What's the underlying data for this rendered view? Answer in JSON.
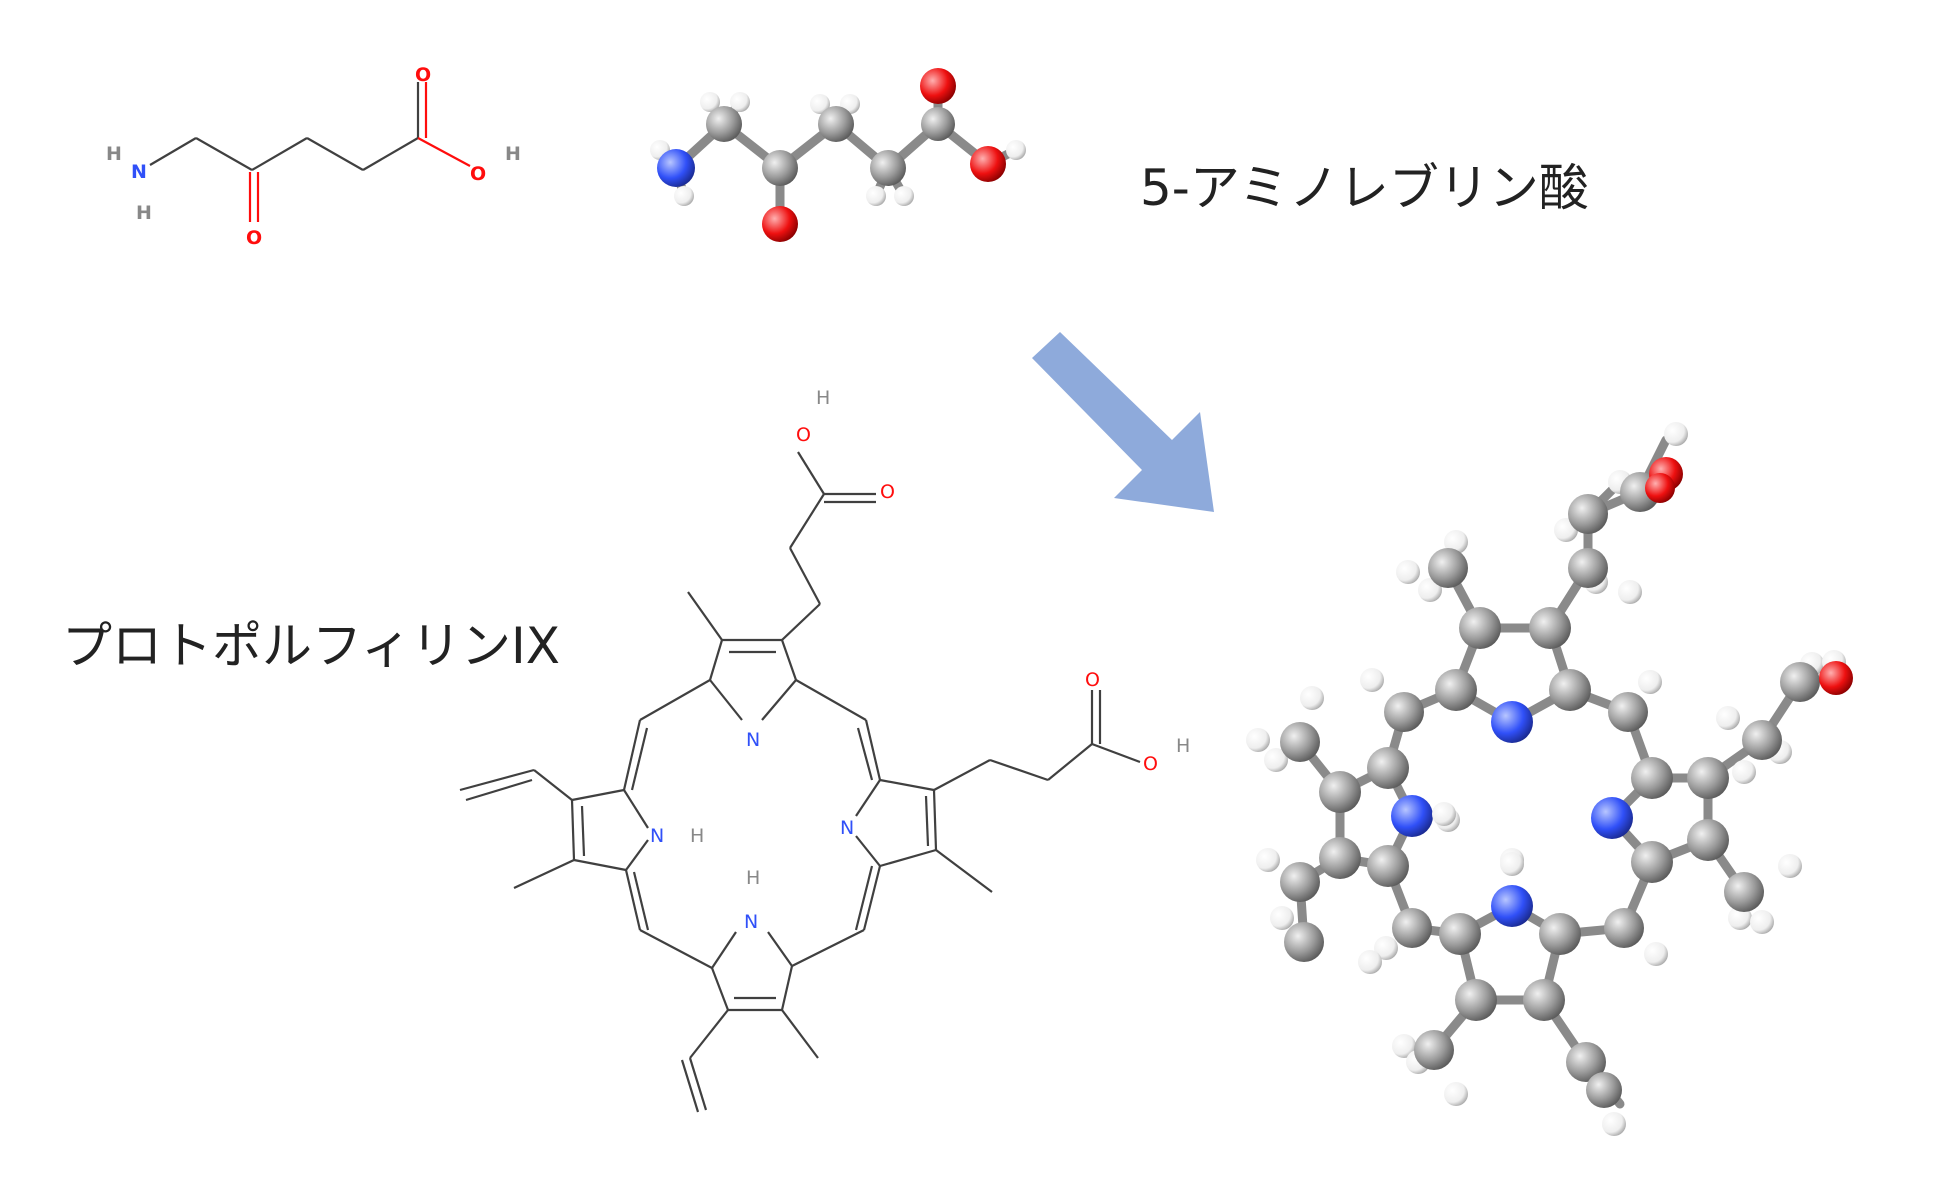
{
  "labels": {
    "ala": "5-アミノレブリン酸",
    "protoporphyrin": "プロトポルフィリンIX"
  },
  "atoms_ala": {
    "h1": "H",
    "n": "N",
    "h2": "H",
    "o_keto": "O",
    "o_acid1": "O",
    "o_acid2": "O",
    "h_acid": "H"
  },
  "atoms_pp": {
    "o_top1": "O",
    "h_top": "H",
    "o_top2": "O",
    "o_right1": "O",
    "o_right2": "O",
    "h_right": "H",
    "n_top": "N",
    "n_left": "N",
    "h_left": "H",
    "n_right": "N",
    "n_bottom": "N",
    "h_bottom": "H"
  },
  "colors": {
    "bond": "#404040",
    "nitrogen": "#3050f8",
    "oxygen": "#ff0d0d",
    "carbon": "#909090",
    "hydrogen": "#ffffff",
    "arrow": "#8eaadb"
  }
}
